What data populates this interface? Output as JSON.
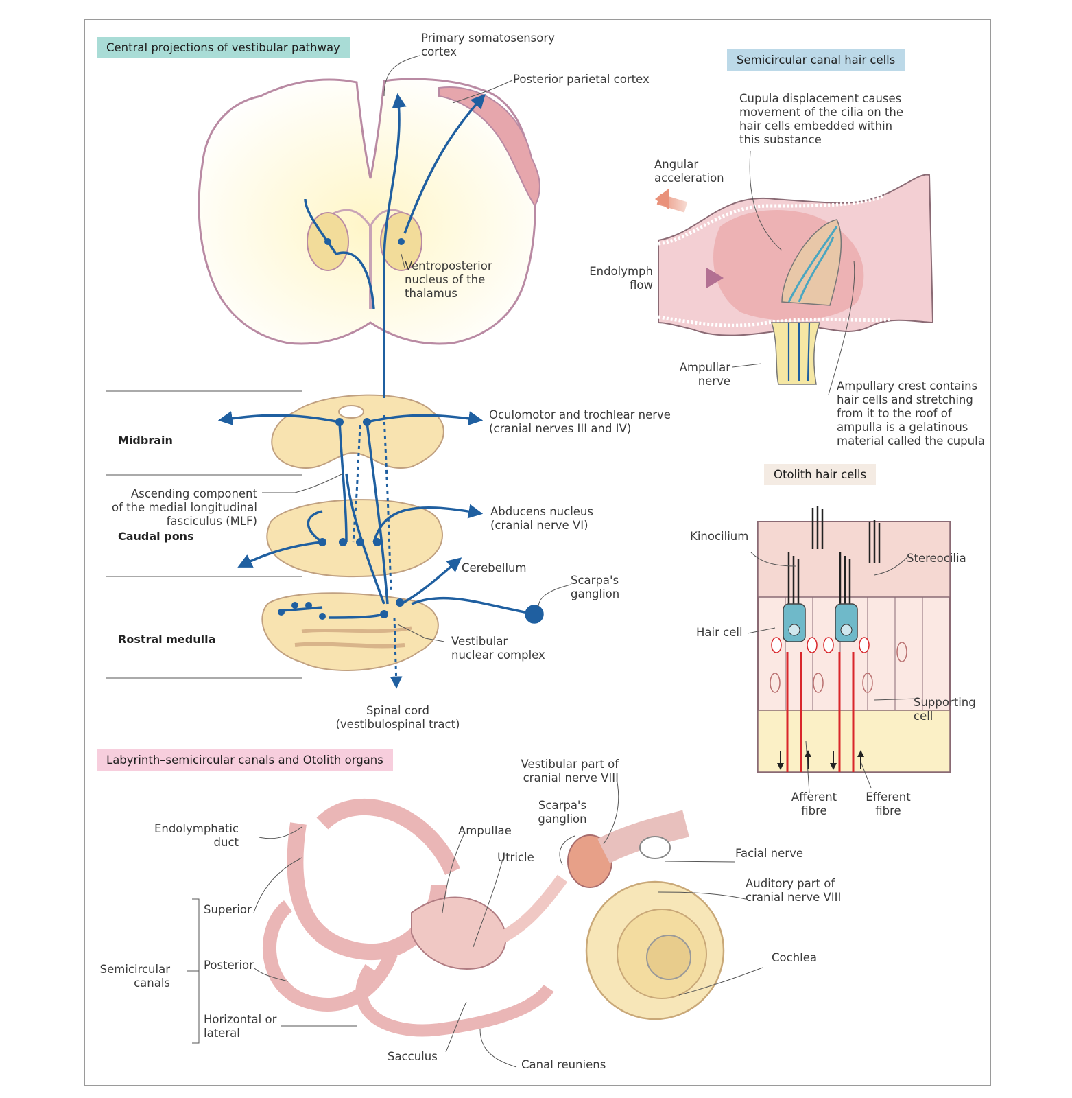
{
  "panels": {
    "central": {
      "title": "Central projections of vestibular pathway",
      "labels": {
        "primary_cortex": "Primary somatosensory\ncortex",
        "parietal_cortex": "Posterior parietal cortex",
        "vp_nucleus": "Ventroposterior\nnucleus of the\nthalamus",
        "oculomotor": "Oculomotor and trochlear nerve\n(cranial nerves III and IV)",
        "abducens": "Abducens nucleus\n(cranial nerve VI)",
        "cerebellum": "Cerebellum",
        "scarpas": "Scarpa's\nganglion",
        "vestibular_complex": "Vestibular\nnuclear complex",
        "spinal_cord": "Spinal cord\n(vestibulospinal tract)",
        "mlf": "Ascending component\nof the medial longitudinal\nfasciculus (MLF)"
      },
      "levels": [
        "Midbrain",
        "Caudal pons",
        "Rostral medulla"
      ]
    },
    "semicircular_hair": {
      "title": "Semicircular canal hair cells",
      "labels": {
        "cupula": "Cupula displacement causes\nmovement of the cilia on the\nhair cells embedded within\nthis substance",
        "angular": "Angular\nacceleration",
        "endolymph": "Endolymph\nflow",
        "ampullar_nerve": "Ampullar\nnerve",
        "crest": "Ampullary crest contains\nhair cells and stretching\nfrom it to the roof of\nampulla is a gelatinous\nmaterial called the cupula"
      }
    },
    "otolith": {
      "title": "Otolith hair cells",
      "labels": {
        "kinocilium": "Kinocilium",
        "stereocilia": "Stereocilia",
        "hair_cell": "Hair cell",
        "supporting": "Supporting\ncell",
        "afferent": "Afferent\nfibre",
        "efferent": "Efferent\nfibre"
      }
    },
    "labyrinth": {
      "title": "Labyrinth–semicircular canals and Otolith organs",
      "labels": {
        "vestibular_part": "Vestibular part of\ncranial nerve VIII",
        "scarpas": "Scarpa's\nganglion",
        "ampullae": "Ampullae",
        "utricle": "Utricle",
        "endolymphatic": "Endolymphatic\nduct",
        "facial": "Facial nerve",
        "auditory": "Auditory part of\ncranial nerve VIII",
        "cochlea": "Cochlea",
        "superior": "Superior",
        "posterior": "Posterior",
        "horizontal": "Horizontal or\nlateral",
        "semicircular": "Semicircular\ncanals",
        "sacculus": "Sacculus",
        "canal_reuniens": "Canal reuniens"
      }
    }
  },
  "colors": {
    "pathway": "#1f5fa0",
    "tissue": "#f8e3b0",
    "brain_fill": "#fffbe8",
    "brain_outline": "#b98aa3",
    "labyrinth": "#ecc3c0",
    "red_fibre": "#d9262b"
  }
}
